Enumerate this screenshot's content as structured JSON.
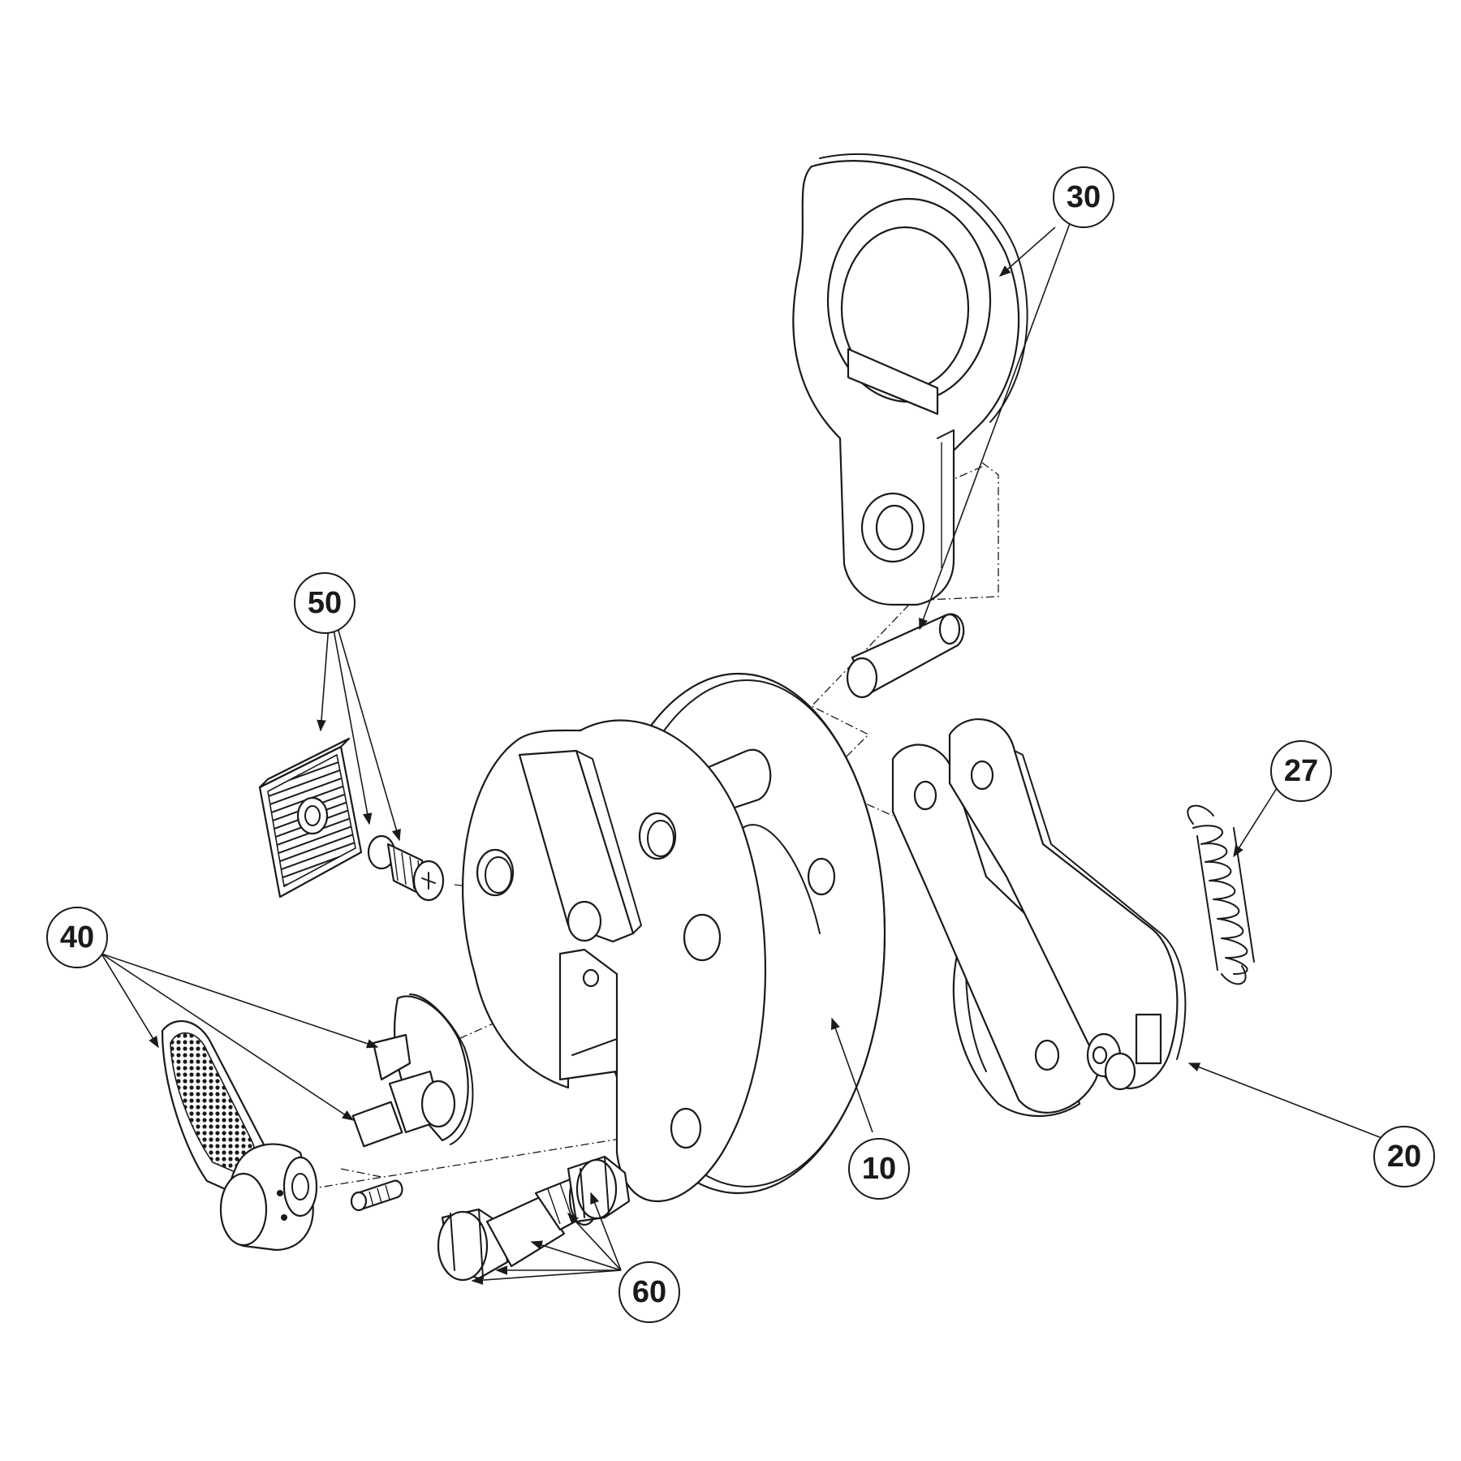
{
  "callouts": [
    {
      "id": "c30",
      "label": "30"
    },
    {
      "id": "c50",
      "label": "50"
    },
    {
      "id": "c27",
      "label": "27"
    },
    {
      "id": "c40",
      "label": "40"
    },
    {
      "id": "c20",
      "label": "20"
    },
    {
      "id": "c10",
      "label": "10"
    },
    {
      "id": "c60",
      "label": "60"
    }
  ]
}
